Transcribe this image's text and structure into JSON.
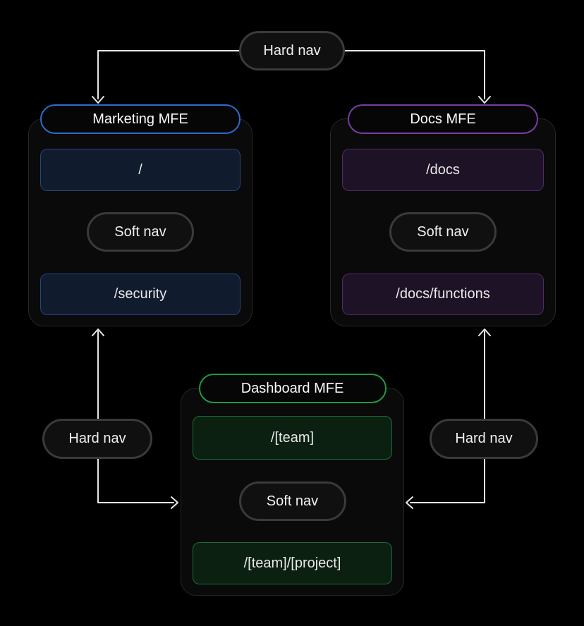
{
  "colors": {
    "arrow": "#e8e8e8",
    "pill-border": "#3a3a3a",
    "pill-fill": "#101010",
    "card-border": "#272727",
    "card-fill": "#0a0a0a",
    "accent-marketing": "#2e6bcc",
    "route-border-marketing": "#24477c",
    "route-fill-marketing": "#101b2d",
    "accent-docs": "#7a3da6",
    "route-border-docs": "#512a68",
    "route-fill-docs": "#1e1226",
    "accent-dashboard": "#1f9a43",
    "route-border-dashboard": "#1c6b33",
    "route-fill-dashboard": "#0c2012"
  },
  "nav_pills": {
    "hard_top": "Hard nav",
    "hard_left": "Hard nav",
    "hard_right": "Hard nav"
  },
  "mfes": [
    {
      "title": "Marketing MFE",
      "routes": [
        "/",
        "/security"
      ],
      "soft_nav_label": "Soft nav",
      "accent": "#2e6bcc"
    },
    {
      "title": "Docs MFE",
      "routes": [
        "/docs",
        "/docs/functions"
      ],
      "soft_nav_label": "Soft nav",
      "accent": "#7a3da6"
    },
    {
      "title": "Dashboard MFE",
      "routes": [
        "/[team]",
        "/[team]/[project]"
      ],
      "soft_nav_label": "Soft nav",
      "accent": "#1f9a43"
    }
  ]
}
